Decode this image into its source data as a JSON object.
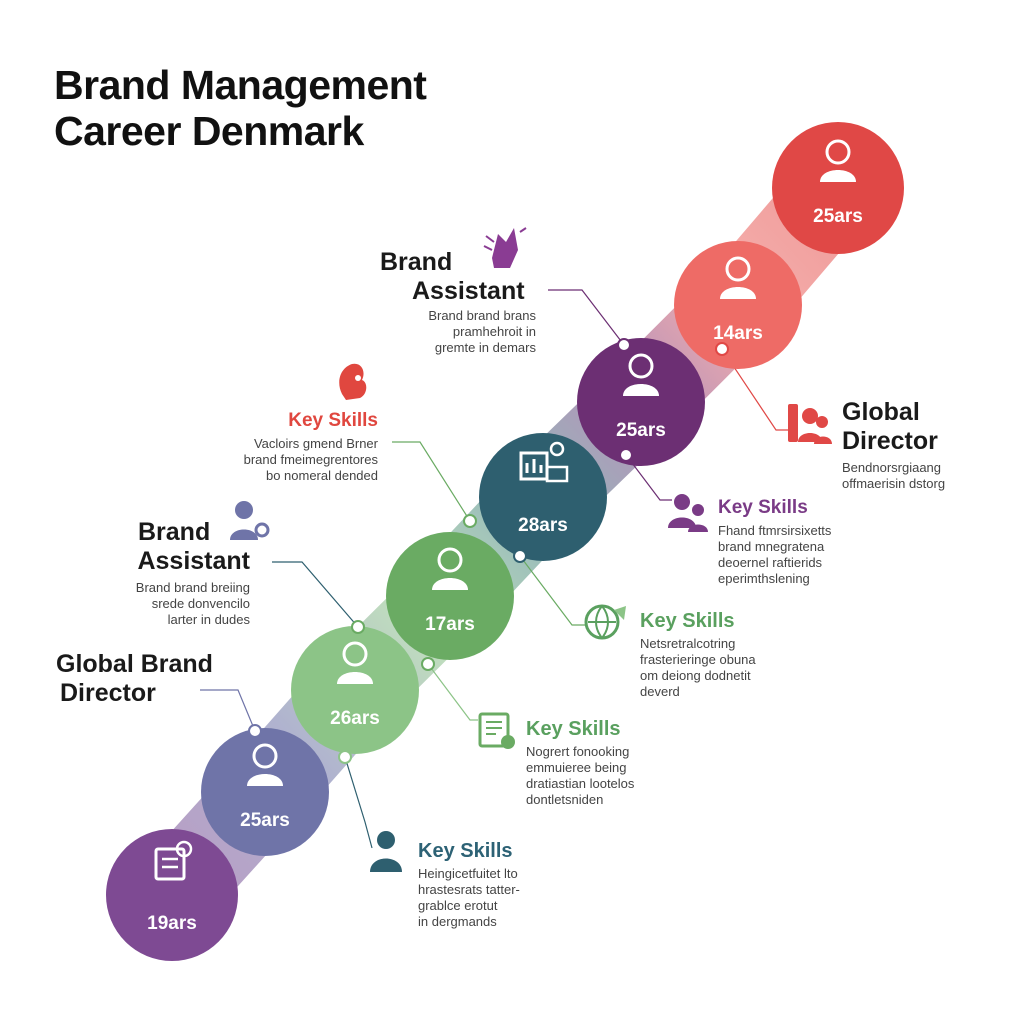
{
  "title": {
    "line1": "Brand Management",
    "line2": "Career Denmark"
  },
  "nodes": [
    {
      "years": "19ars",
      "icon": "document-gear-icon",
      "color": "#7e4a93"
    },
    {
      "years": "25ars",
      "icon": "businessman-icon",
      "color": "#6f74a8"
    },
    {
      "years": "26ars",
      "icon": "businessman-icon",
      "color": "#8cc487"
    },
    {
      "years": "17ars",
      "icon": "businessman-icon",
      "color": "#6aab63"
    },
    {
      "years": "28ars",
      "icon": "dashboard-chart-icon",
      "color": "#2e5f6f"
    },
    {
      "years": "25ars",
      "icon": "businessman-icon",
      "color": "#6c2f73"
    },
    {
      "years": "14ars",
      "icon": "businesswoman-icon",
      "color": "#ee6b66"
    },
    {
      "years": "25ars",
      "icon": "businessman-globe-icon",
      "color": "#e04846"
    }
  ],
  "labels": {
    "brand_assistant_top": {
      "title1": "Brand",
      "title2": "Assistant",
      "desc": [
        "Brand brand brans",
        "pramhehroit  in",
        "gremte in demars"
      ]
    },
    "key_skills_red": {
      "title": "Key Skills",
      "desc": [
        "Vacloirs gmend Brner",
        "brand fmeimegrentores",
        "bo nomeral dended"
      ]
    },
    "brand_assistant_mid": {
      "title1": "Brand",
      "title2": "Assistant",
      "desc": [
        "Brand brand breiing",
        "srede  donvencilo",
        "larter in dudes"
      ]
    },
    "global_brand_director": {
      "title1": "Global Brand",
      "title2": "Director"
    },
    "global_director": {
      "title1": "Global",
      "title2": "Director",
      "desc": [
        "Bendnorsrgiaang",
        "offmaerisin dstorg"
      ]
    },
    "key_skills_purple": {
      "title": "Key Skills",
      "desc": [
        "Fhand ftmrsirsixetts",
        "brand mnegratena",
        "deoernel raftierids",
        "eperimthslening"
      ]
    },
    "key_skills_green": {
      "title": "Key Skills",
      "desc": [
        "Netsretralcotring",
        "frasterieringe obuna",
        "om deiong dodnetit",
        "deverd"
      ]
    },
    "key_skills_lightgreen": {
      "title": "Key Skills",
      "desc": [
        "Nogrert fonooking",
        "emmuieree being",
        "dratiastian lootelos",
        "dontletsniden"
      ]
    },
    "key_skills_teal": {
      "title": "Key Skills",
      "desc": [
        "Heingicetfuitet lto",
        "hrastesrats tatter-",
        "grablce erotut",
        "in dergmands"
      ]
    }
  },
  "colors": {
    "red": "#e04846",
    "purple": "#6c2f73",
    "green": "#6aab63",
    "teal": "#2e5f6f",
    "title": "#111111"
  }
}
